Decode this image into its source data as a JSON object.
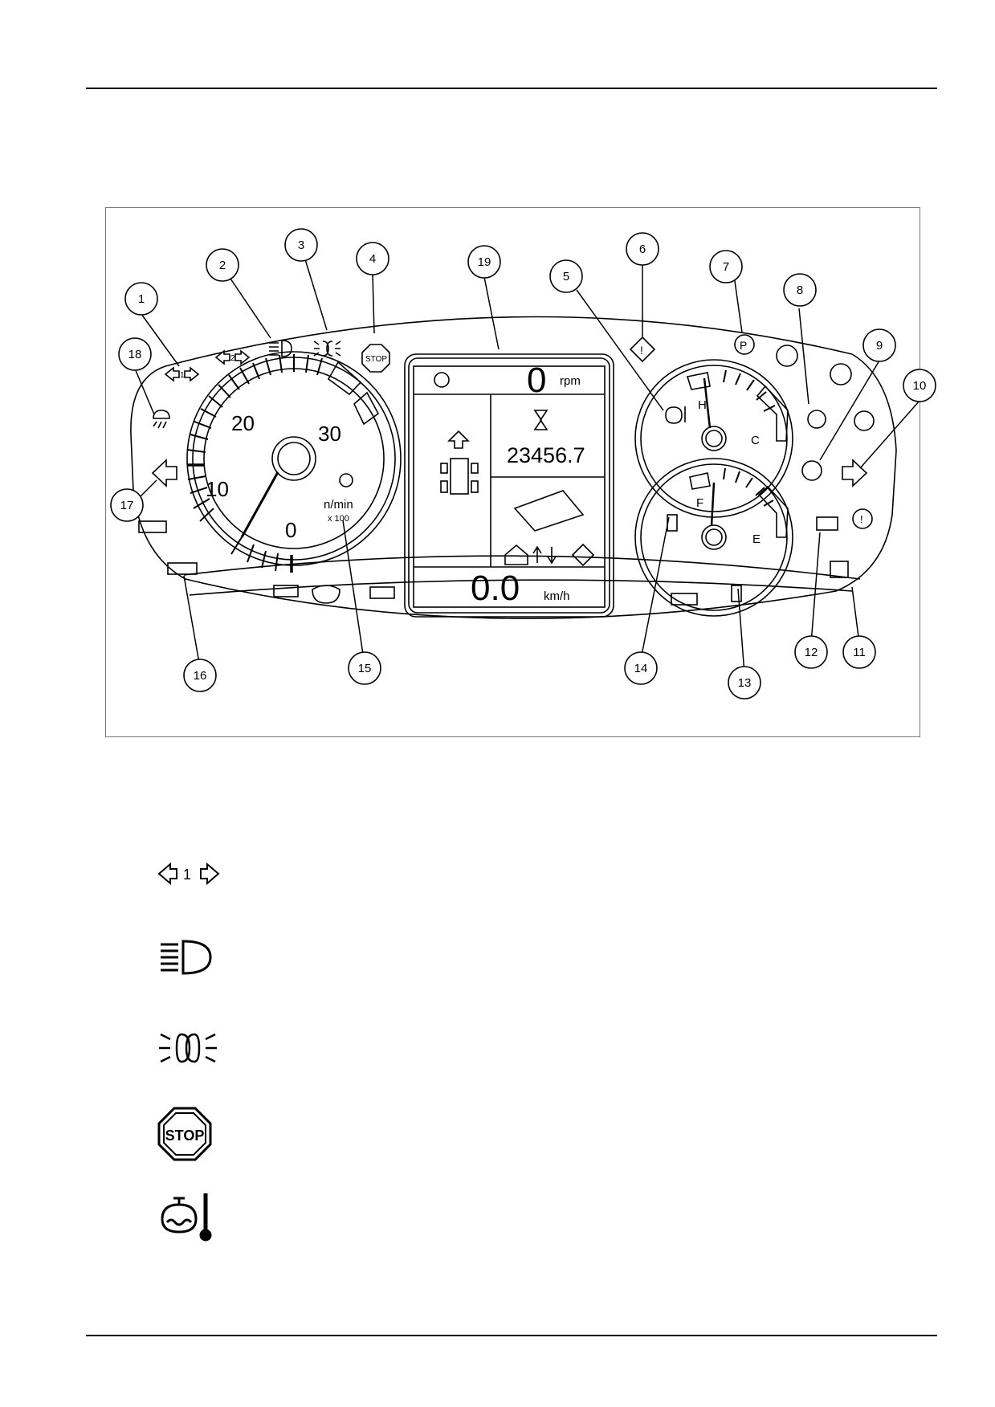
{
  "figure": {
    "callouts": [
      "1",
      "2",
      "3",
      "4",
      "5",
      "6",
      "7",
      "8",
      "9",
      "10",
      "11",
      "12",
      "13",
      "14",
      "15",
      "16",
      "17",
      "18",
      "19"
    ],
    "tachometer": {
      "ticks": [
        "0",
        "10",
        "20",
        "30"
      ],
      "unit": "n/min",
      "multiplier": "x 100"
    },
    "display": {
      "engine_rpm": "0",
      "rpm_unit": "rpm",
      "hours": "23456.7",
      "speed": "0.0",
      "speed_unit": "km/h"
    },
    "temp_gauge": {
      "hot": "H",
      "cold": "C"
    },
    "fuel_gauge": {
      "full": "F",
      "empty": "E"
    },
    "icon_labels": {
      "turn1": "1",
      "turn2": "2",
      "stop": "STOP",
      "park": "P",
      "warn": "!"
    }
  },
  "legend": [
    {
      "icon": "turn-signal-1-icon",
      "label": "1"
    },
    {
      "icon": "main-beam-icon"
    },
    {
      "icon": "side-lights-icon"
    },
    {
      "icon": "stop-icon",
      "label": "STOP"
    },
    {
      "icon": "coolant-temperature-icon"
    }
  ]
}
